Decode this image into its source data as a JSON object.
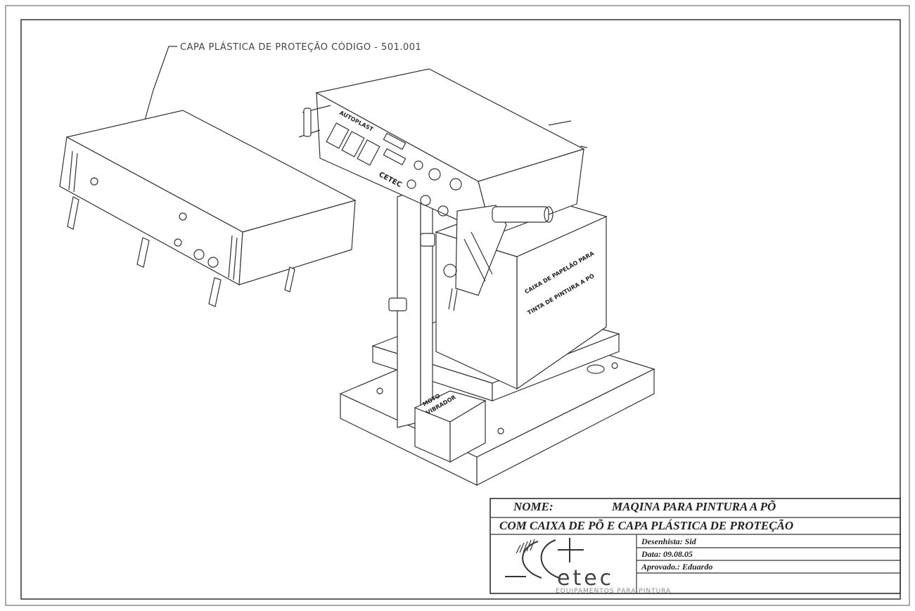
{
  "callout": {
    "cover_label": "CAPA PLÁSTICA DE PROTEÇÃO CÓDIGO - 501.001"
  },
  "machine": {
    "panel_brand": "AUTOPLAST",
    "panel_logo": "CETEC",
    "box_label_line1": "CAIXA DE PAPELÃO PARA",
    "box_label_line2": "TINTA DE PINTURA A PÓ",
    "motor_label_line1": "MOTO",
    "motor_label_line2": "VIBRADOR"
  },
  "title_block": {
    "name_label": "NOME:",
    "name_value": "MAQINA PARA PINTURA A PÕ",
    "name_line2": "COM CAIXA DE PÕ E CAPA PLÁSTICA DE PROTEÇÃO",
    "designer": "Desenhista:  Sid",
    "date": "Data:  09.08.05",
    "approved": "Aprovado.: Eduardo",
    "logo_text": "etec",
    "logo_subtitle": "EQUIPAMENTOS PARA PINTURA"
  }
}
